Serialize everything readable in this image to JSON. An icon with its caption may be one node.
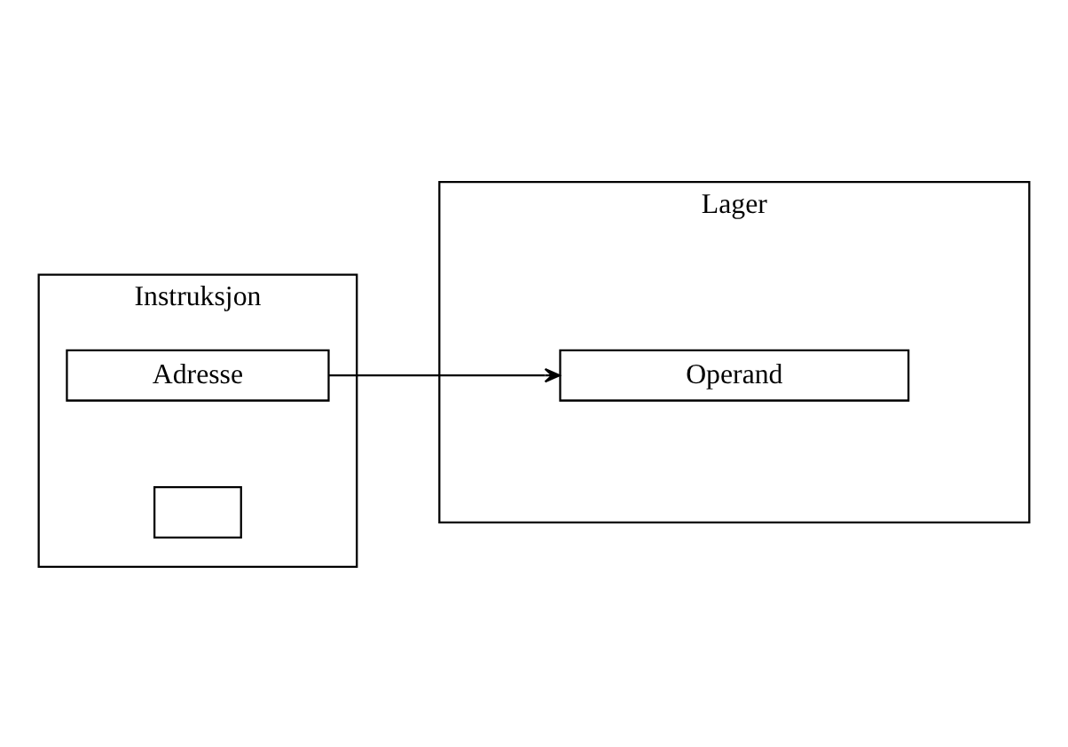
{
  "diagram": {
    "nodes": [
      {
        "text": [
          "Instruksjon"
        ]
      },
      {
        "text": [],
        "shape": "box",
        "in": 0
      },
      {
        "text": [
          "Adresse"
        ],
        "in": 0
      },
      {
        "text": [
          "Lager"
        ]
      },
      {
        "text": [
          "Operand"
        ],
        "in": 3
      }
    ],
    "edges": [
      {
        "from": 2,
        "to": 4,
        "arrow": "to"
      }
    ]
  }
}
